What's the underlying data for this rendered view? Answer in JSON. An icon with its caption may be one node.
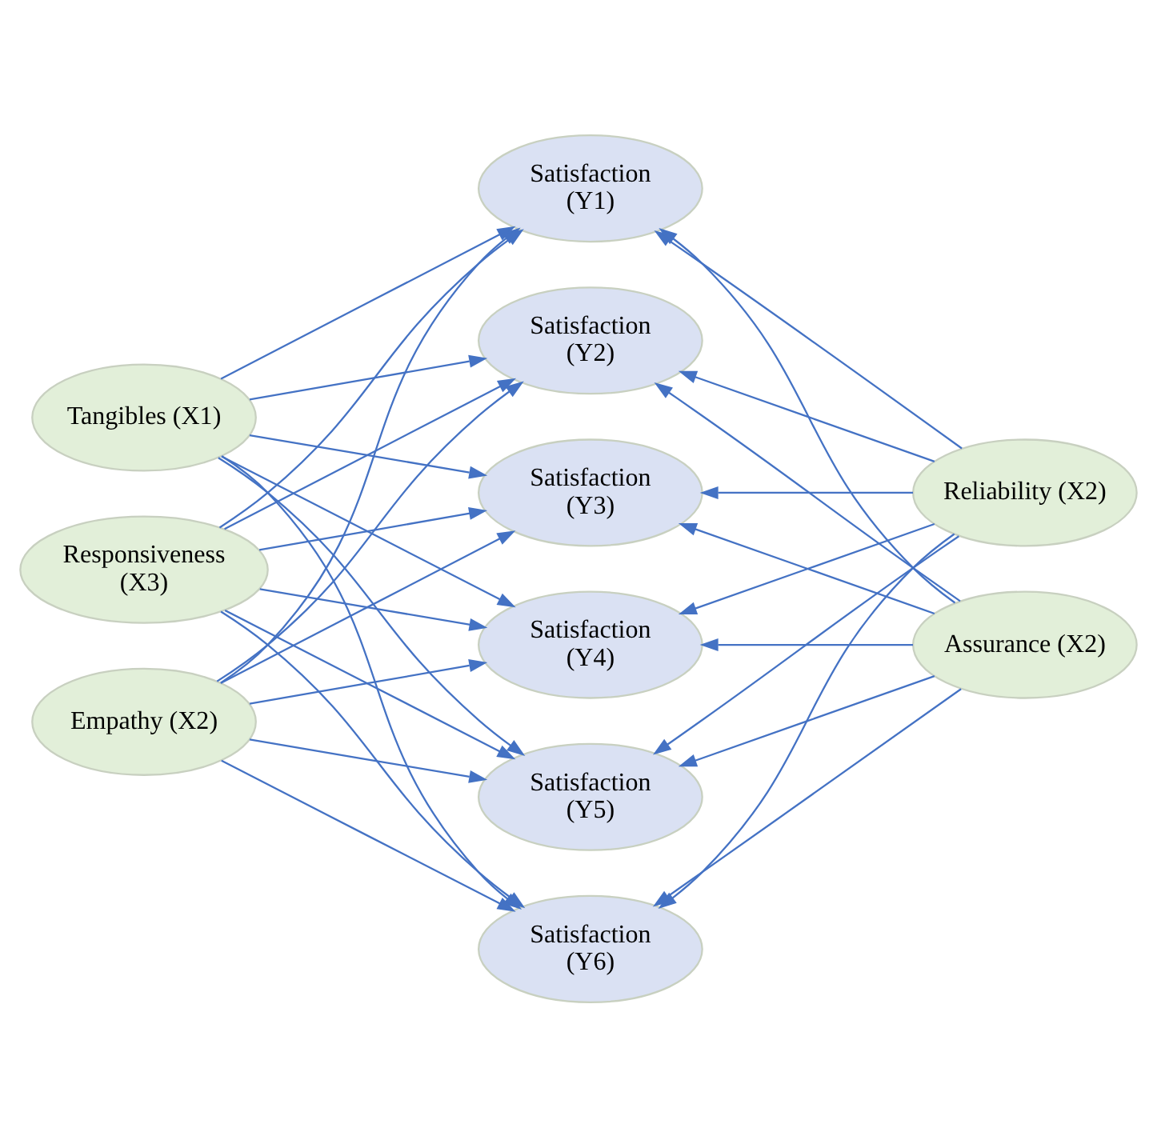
{
  "diagram": {
    "nodes": [
      {
        "text": [
          "Tangibles (X1)"
        ]
      },
      {
        "text": [
          "Responsiveness (X3)"
        ]
      },
      {
        "text": [
          "Empathy (X2)"
        ]
      },
      {
        "text": [
          "Satisfaction (Y1)"
        ]
      },
      {
        "text": [
          "Satisfaction (Y2)"
        ]
      },
      {
        "text": [
          "Satisfaction (Y3)"
        ]
      },
      {
        "text": [
          "Satisfaction (Y4)"
        ]
      },
      {
        "text": [
          "Satisfaction (Y5)"
        ]
      },
      {
        "text": [
          "Satisfaction (Y6)"
        ]
      },
      {
        "text": [
          "Reliability (X2)"
        ]
      },
      {
        "text": [
          "Assurance (X2)"
        ]
      }
    ],
    "edges": [
      {
        "from": 0,
        "to": 3,
        "arrow": "to"
      },
      {
        "from": 0,
        "to": 4,
        "arrow": "to"
      },
      {
        "from": 0,
        "to": 5,
        "arrow": "to"
      },
      {
        "from": 0,
        "to": 6,
        "arrow": "to"
      },
      {
        "from": 0,
        "to": 7,
        "arrow": "to"
      },
      {
        "from": 0,
        "to": 8,
        "arrow": "to"
      },
      {
        "from": 1,
        "to": 3,
        "arrow": "to"
      },
      {
        "from": 1,
        "to": 4,
        "arrow": "to"
      },
      {
        "from": 1,
        "to": 5,
        "arrow": "to"
      },
      {
        "from": 1,
        "to": 6,
        "arrow": "to"
      },
      {
        "from": 1,
        "to": 7,
        "arrow": "to"
      },
      {
        "from": 1,
        "to": 8,
        "arrow": "to"
      },
      {
        "from": 2,
        "to": 3,
        "arrow": "to"
      },
      {
        "from": 2,
        "to": 4,
        "arrow": "to"
      },
      {
        "from": 2,
        "to": 5,
        "arrow": "to"
      },
      {
        "from": 2,
        "to": 6,
        "arrow": "to"
      },
      {
        "from": 2,
        "to": 7,
        "arrow": "to"
      },
      {
        "from": 2,
        "to": 8,
        "arrow": "to"
      },
      {
        "from": 9,
        "to": 3,
        "arrow": "to"
      },
      {
        "from": 9,
        "to": 4,
        "arrow": "to"
      },
      {
        "from": 9,
        "to": 5,
        "arrow": "to"
      },
      {
        "from": 9,
        "to": 6,
        "arrow": "to"
      },
      {
        "from": 9,
        "to": 7,
        "arrow": "to"
      },
      {
        "from": 9,
        "to": 8,
        "arrow": "to"
      },
      {
        "from": 10,
        "to": 3,
        "arrow": "to"
      },
      {
        "from": 10,
        "to": 4,
        "arrow": "to"
      },
      {
        "from": 10,
        "to": 5,
        "arrow": "to"
      },
      {
        "from": 10,
        "to": 6,
        "arrow": "to"
      },
      {
        "from": 10,
        "to": 7,
        "arrow": "to"
      },
      {
        "from": 10,
        "to": 8,
        "arrow": "to"
      }
    ]
  }
}
